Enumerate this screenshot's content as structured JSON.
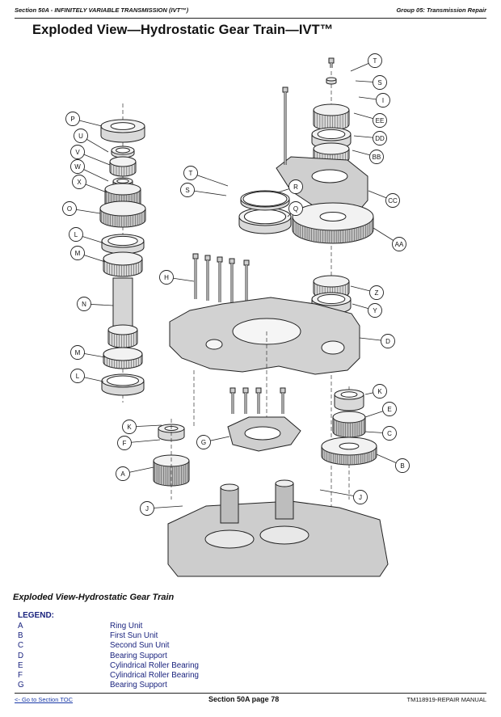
{
  "header": {
    "section": "Section 50A - INFINITELY VARIABLE TRANSMISSION (IVT™)",
    "group": "Group 05: Transmission Repair"
  },
  "title": "Exploded View—Hydrostatic Gear Train—IVT™",
  "figure": {
    "callouts": [
      "T",
      "S",
      "I",
      "EE",
      "DD",
      "BB",
      "CC",
      "AA",
      "Z",
      "Y",
      "D",
      "P",
      "U",
      "V",
      "W",
      "X",
      "O",
      "L",
      "M",
      "N",
      "M",
      "L",
      "H",
      "T",
      "S",
      "R",
      "Q",
      "K",
      "E",
      "C",
      "B",
      "K",
      "F",
      "A",
      "G",
      "J",
      "J"
    ]
  },
  "caption": "Exploded View-Hydrostatic Gear Train",
  "legend": {
    "heading": "LEGEND:",
    "items": [
      {
        "key": "A",
        "label": "Ring Unit"
      },
      {
        "key": "B",
        "label": "First Sun Unit"
      },
      {
        "key": "C",
        "label": "Second Sun Unit"
      },
      {
        "key": "D",
        "label": "Bearing Support"
      },
      {
        "key": "E",
        "label": "Cylindrical Roller Bearing"
      },
      {
        "key": "F",
        "label": "Cylindrical Roller Bearing"
      },
      {
        "key": "G",
        "label": "Bearing Support"
      }
    ]
  },
  "footer": {
    "toc_link": "<- Go to Section TOC",
    "page": "Section 50A page 78",
    "manual": "TM118919-REPAIR MANUAL"
  },
  "colors": {
    "legend_text": "#1a237e",
    "link": "#1a3aa8"
  }
}
